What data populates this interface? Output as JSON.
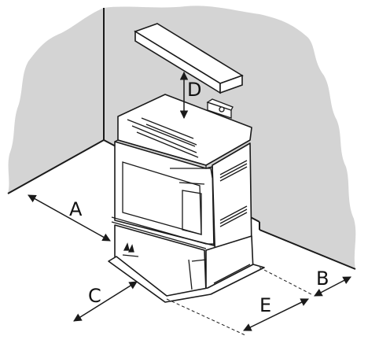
{
  "labels": {
    "a": "A",
    "b": "B",
    "c": "C",
    "d": "D",
    "e": "E"
  },
  "colors": {
    "wall_fill": "#d4d4d4",
    "line": "#1a1a1a",
    "stove_fill": "#ffffff",
    "background": "#ffffff"
  }
}
